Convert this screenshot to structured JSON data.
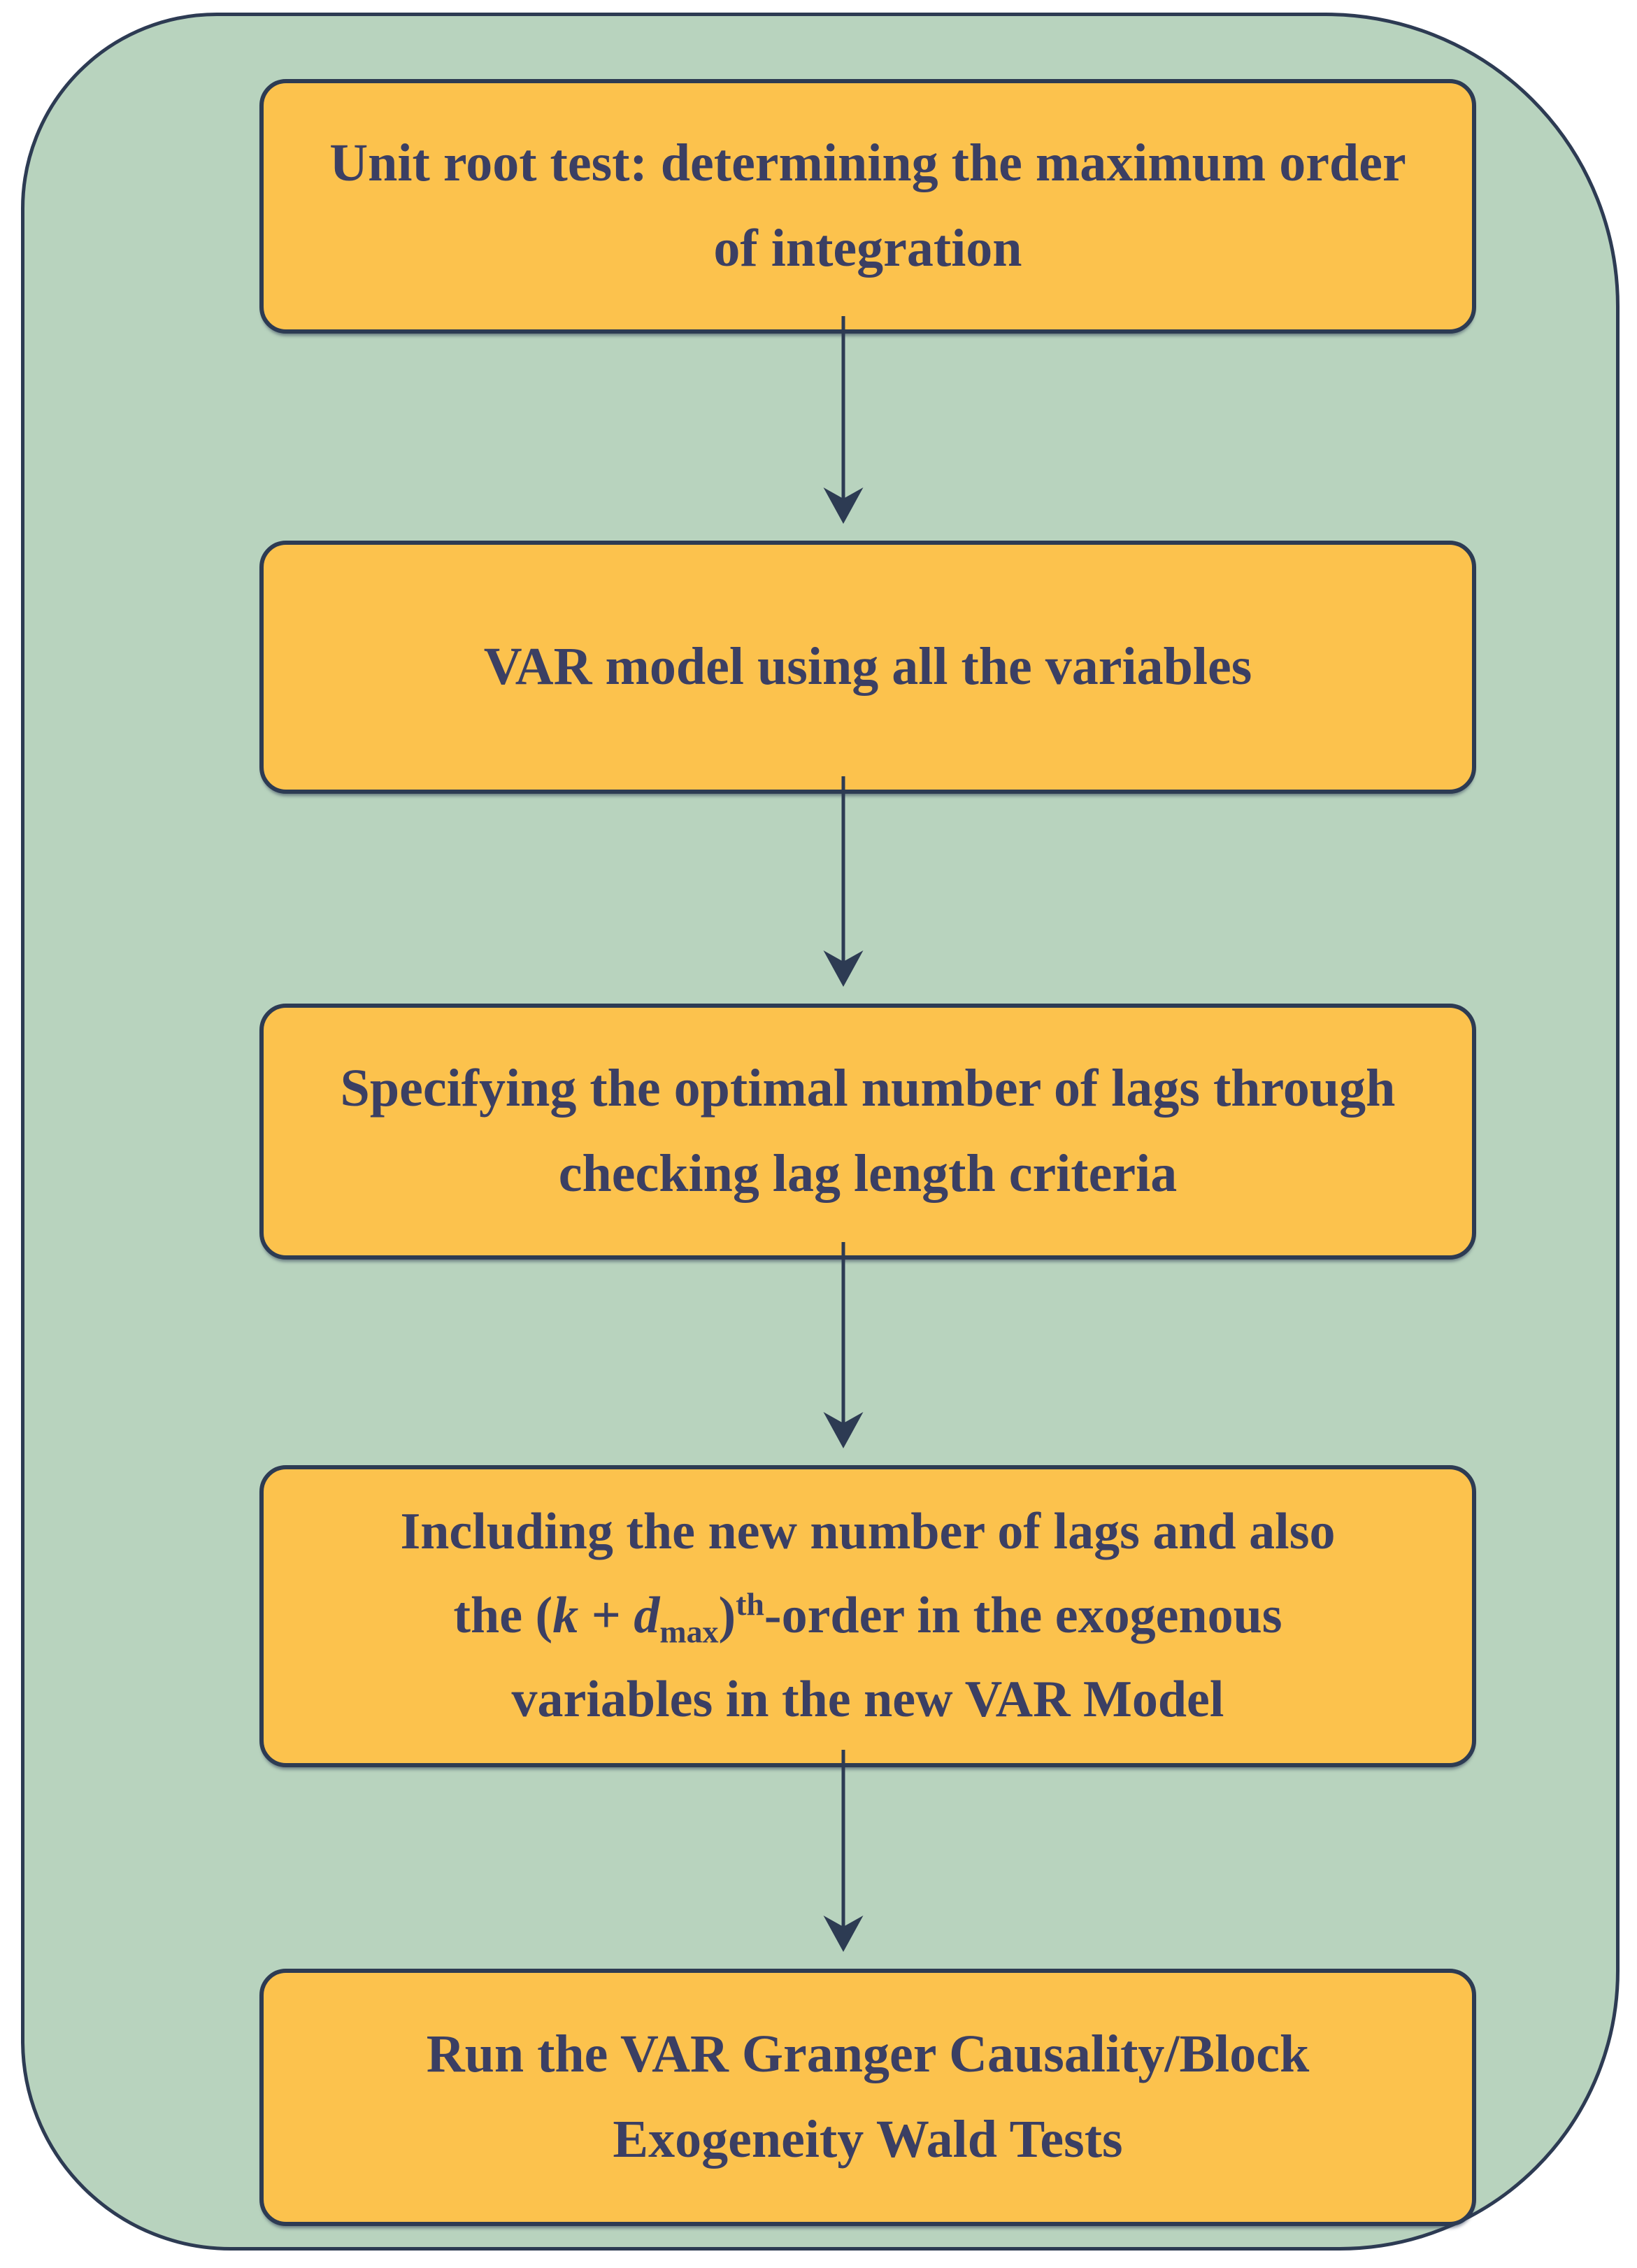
{
  "colors": {
    "page-bg": "#ffffff",
    "container-fill": "#b8d3be",
    "container-border": "#2d3b53",
    "box-fill": "#fcc24d",
    "box-border": "#2d3b53",
    "text-color": "#3b3f63",
    "arrow-color": "#2d3b53"
  },
  "flowchart": {
    "boxes": [
      {
        "lines": [
          [
            {
              "t": "Unit root test: determining the maximum order"
            }
          ],
          [
            {
              "t": "of integration"
            }
          ]
        ]
      },
      {
        "lines": [
          [
            {
              "t": "VAR model using all the variables"
            }
          ]
        ]
      },
      {
        "lines": [
          [
            {
              "t": "Specifying the optimal number of lags through"
            }
          ],
          [
            {
              "t": "checking lag length criteria"
            }
          ]
        ]
      },
      {
        "lines": [
          [
            {
              "t": "Including the new number of lags and also"
            }
          ],
          [
            {
              "t": "the ("
            },
            {
              "t": "k",
              "i": true
            },
            {
              "t": " + "
            },
            {
              "t": "d",
              "i": true
            },
            {
              "t": "max",
              "sub": true
            },
            {
              "t": ")"
            },
            {
              "t": "th",
              "sup": true
            },
            {
              "t": "-order in the exogenous"
            }
          ],
          [
            {
              "t": "variables in the new VAR Model"
            }
          ]
        ]
      },
      {
        "lines": [
          [
            {
              "t": "Run the VAR Granger Causality/Block"
            }
          ],
          [
            {
              "t": "Exogeneity Wald Tests"
            }
          ]
        ]
      }
    ]
  }
}
